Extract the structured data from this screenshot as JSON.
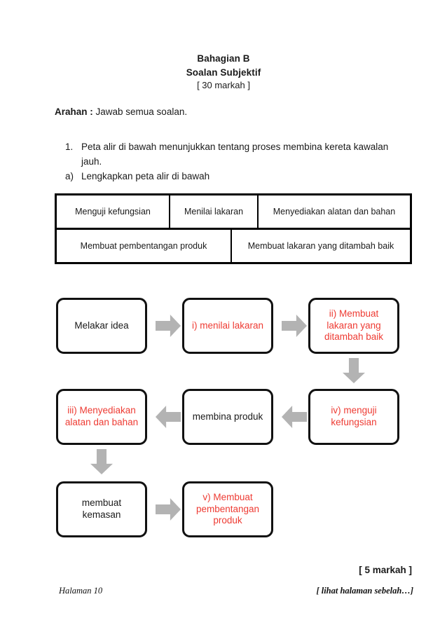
{
  "header": {
    "section": "Bahagian B",
    "subtitle": "Soalan Subjektif",
    "marks": "[ 30  markah ]"
  },
  "instruction": {
    "label": "Arahan :",
    "text": " Jawab semua soalan."
  },
  "question": {
    "number": "1.",
    "text": "Peta alir di bawah menunjukkan tentang proses membina kereta kawalan jauh.",
    "sub_number": "a)",
    "sub_text": "Lengkapkan peta alir di bawah"
  },
  "wordbank": {
    "rows": [
      [
        "Menguji kefungsian",
        "Menilai lakaran",
        "Menyediakan alatan dan bahan"
      ],
      [
        "Membuat pembentangan produk",
        "Membuat lakaran yang ditambah baik"
      ]
    ]
  },
  "flowchart": {
    "nodes": [
      {
        "id": "melakar",
        "label": "Melakar idea",
        "answer": false
      },
      {
        "id": "menilai",
        "label": "i) menilai lakaran",
        "answer": true
      },
      {
        "id": "lakaran",
        "label": "ii) Membuat lakaran yang ditambah baik",
        "answer": true
      },
      {
        "id": "menyedia",
        "label": "iii) Menyediakan alatan dan bahan",
        "answer": true
      },
      {
        "id": "membina",
        "label": "membina produk",
        "answer": false
      },
      {
        "id": "menguji",
        "label": "iv) menguji kefungsian",
        "answer": true
      },
      {
        "id": "kemasan",
        "label": "membuat kemasan",
        "answer": false
      },
      {
        "id": "pembentang",
        "label": "v) Membuat pembentangan produk",
        "answer": true
      }
    ],
    "arrow_color": "#b3b3b3",
    "answer_color": "#ee3b33"
  },
  "footer": {
    "marks": "[ 5 markah ]",
    "page": "Halaman 10",
    "continued": "[ lihat halaman sebelah…]"
  }
}
